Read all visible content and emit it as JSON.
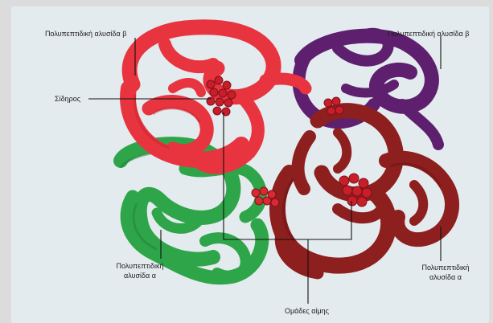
{
  "labels": {
    "beta_left": "Πολυπεπτιδική αλυσίδα β",
    "beta_right": "Πολυπεπτιδική αλυσίδα β",
    "iron": "Σίδηρος",
    "alpha_left_line1": "Πολυπεπτιδική",
    "alpha_left_line2": "αλυσίδα α",
    "alpha_right_line1": "Πολυπεπτιδική",
    "alpha_right_line2": "αλυσίδα α",
    "heme": "Ομάδες αίμης"
  },
  "colors": {
    "beta_left": "#e8343f",
    "beta_right": "#5e1f6e",
    "alpha_left": "#2fa54a",
    "alpha_right": "#8e1f1f",
    "heme": "#c81e2a",
    "background": "#e4ebef"
  }
}
